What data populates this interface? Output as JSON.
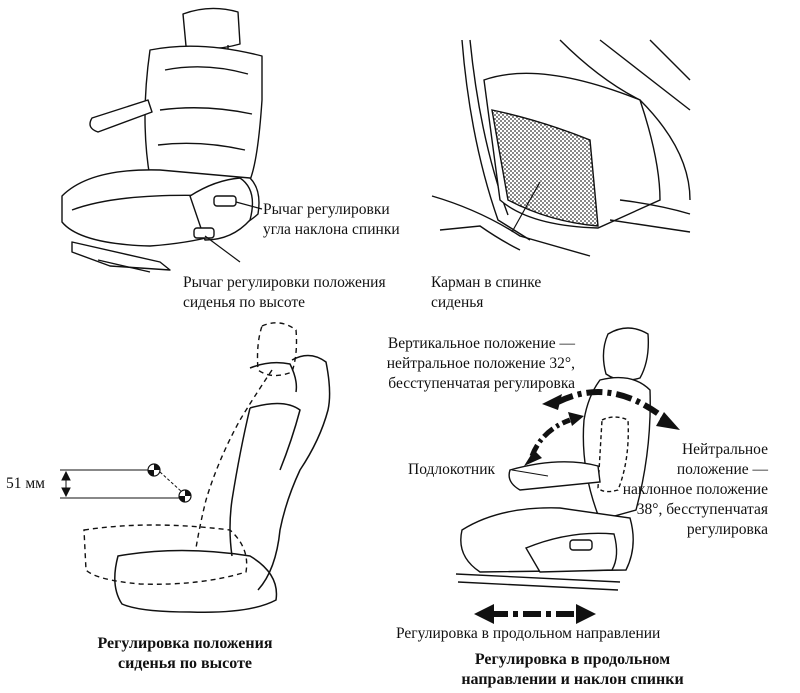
{
  "panels": {
    "seat_levers": {
      "backrest_lever": [
        "Рычаг регулировки",
        "угла наклона спинки"
      ],
      "height_lever": [
        "Рычаг регулировки положения",
        "сиденья по высоте"
      ]
    },
    "seat_pocket": {
      "label": [
        "Карман в спинке",
        "сиденья"
      ]
    },
    "height_adjust": {
      "dimension": "51 мм",
      "caption": [
        "Регулировка положения",
        "сиденья по высоте"
      ]
    },
    "longitudinal_adjust": {
      "vertical_note": [
        "Вертикальное положение —",
        "нейтральное положение 32°,",
        "бесступенчатая регулировка"
      ],
      "armrest": "Подлокотник",
      "neutral_note": [
        "Нейтральное",
        "положение —",
        "наклонное положение",
        "38°, бесступенчатая",
        "регулировка"
      ],
      "longitudinal": "Регулировка в продольном направлении",
      "caption": [
        "Регулировка в продольном",
        "направлении и наклон спинки"
      ]
    }
  }
}
